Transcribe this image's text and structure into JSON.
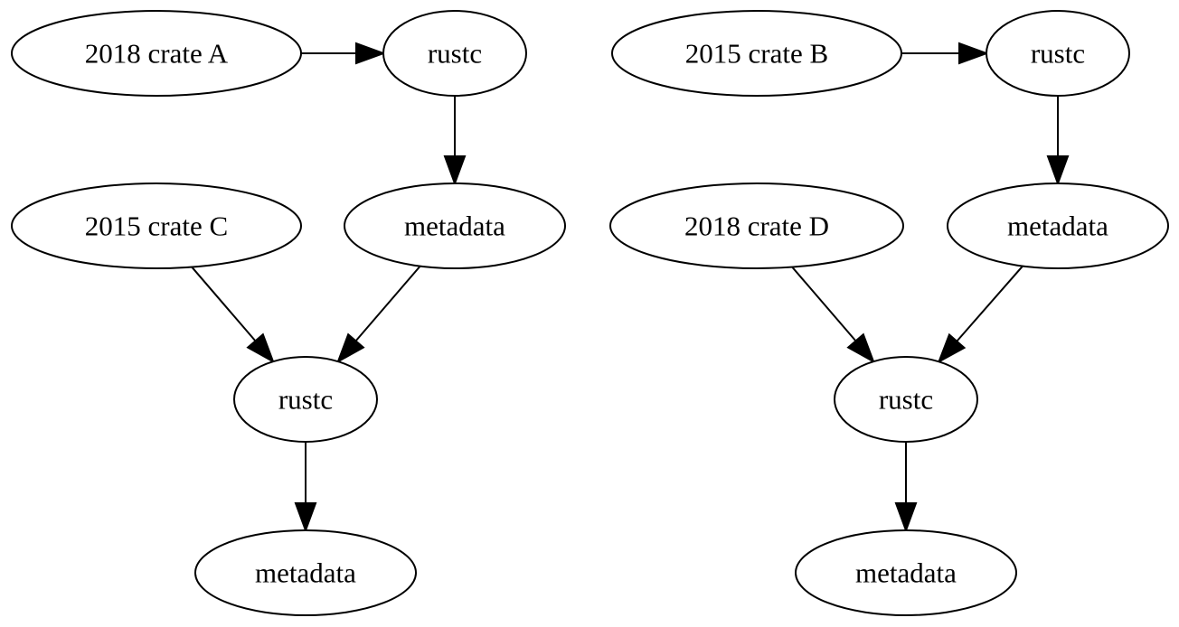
{
  "graph": {
    "nodes": [
      {
        "id": "a_src",
        "label": "2018 crate A"
      },
      {
        "id": "a_rustc",
        "label": "rustc"
      },
      {
        "id": "c_src",
        "label": "2015 crate C"
      },
      {
        "id": "a_meta",
        "label": "metadata"
      },
      {
        "id": "c_rustc",
        "label": "rustc"
      },
      {
        "id": "c_meta",
        "label": "metadata"
      },
      {
        "id": "b_src",
        "label": "2015 crate B"
      },
      {
        "id": "b_rustc",
        "label": "rustc"
      },
      {
        "id": "d_src",
        "label": "2018 crate D"
      },
      {
        "id": "b_meta",
        "label": "metadata"
      },
      {
        "id": "d_rustc",
        "label": "rustc"
      },
      {
        "id": "d_meta",
        "label": "metadata"
      }
    ],
    "edges": [
      {
        "from": "a_src",
        "to": "a_rustc"
      },
      {
        "from": "a_rustc",
        "to": "a_meta"
      },
      {
        "from": "c_src",
        "to": "c_rustc"
      },
      {
        "from": "a_meta",
        "to": "c_rustc"
      },
      {
        "from": "c_rustc",
        "to": "c_meta"
      },
      {
        "from": "b_src",
        "to": "b_rustc"
      },
      {
        "from": "b_rustc",
        "to": "b_meta"
      },
      {
        "from": "d_src",
        "to": "d_rustc"
      },
      {
        "from": "b_meta",
        "to": "d_rustc"
      },
      {
        "from": "d_rustc",
        "to": "d_meta"
      }
    ]
  }
}
